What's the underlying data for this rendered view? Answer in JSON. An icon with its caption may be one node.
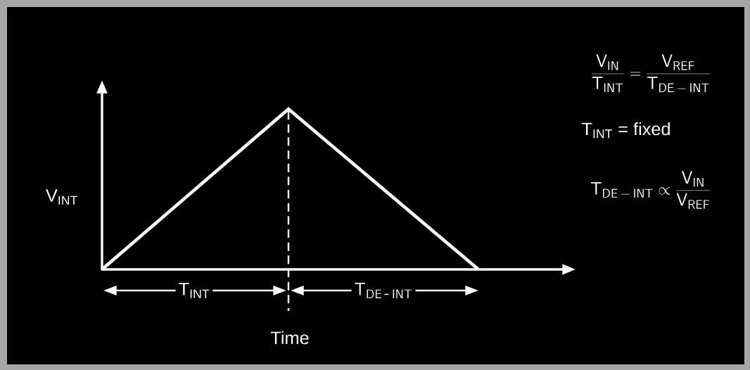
{
  "diagram": {
    "labels": [
      "V$_{INT}$",
      "T$_{INT}$",
      "\\mathsf{T_{DE\\,\\textsf{-}\\,INT}}",
      "Time",
      "\\frac{\\mathsf{V_{IN}}}{\\mathsf{T_{INT}}} = \\frac{\\mathsf{V_{REF}}}{\\mathsf{T_{DE\\,-\\,INT}}}",
      "T$_{INT}$ = fixed",
      "\\mathsf{T_{DE\\,-\\,INT}} \\propto \\frac{\\mathsf{V_{IN}}}{\\mathsf{V_{REF}}}"
    ]
  }
}
